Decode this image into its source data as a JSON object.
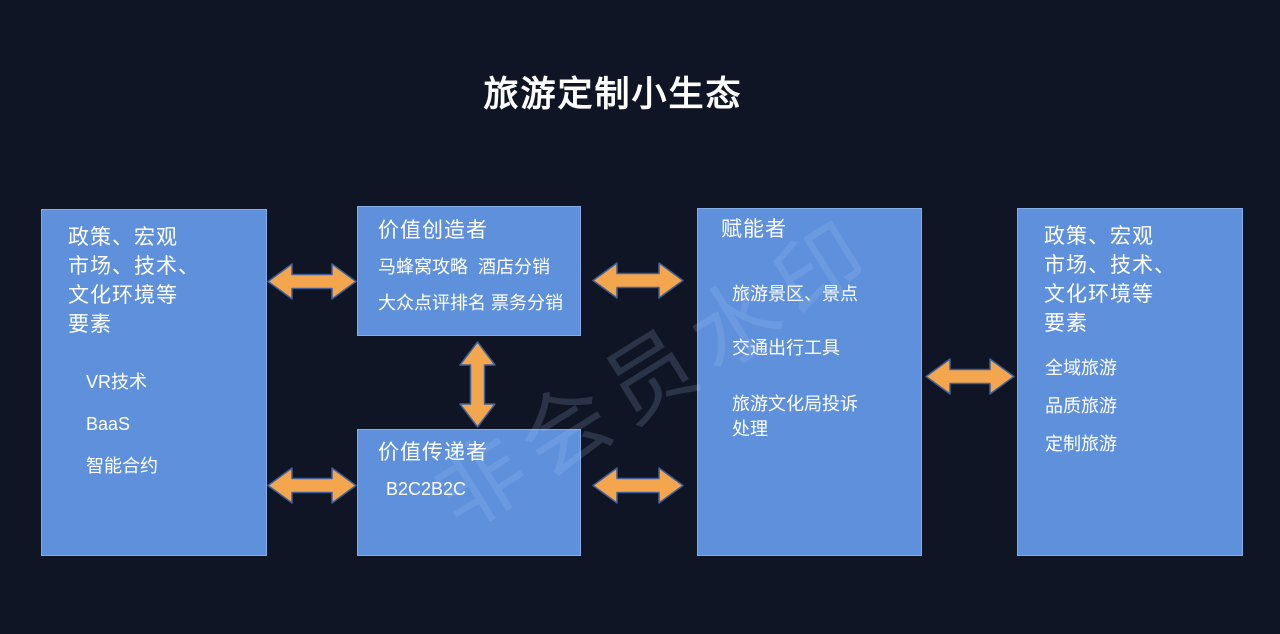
{
  "title": "旅游定制小生态",
  "watermark": "非会员水印",
  "colors": {
    "bg": "#0f1524",
    "box": "#5e90dc",
    "box_border": "#85abe8",
    "arrow": "#f3a64e",
    "arrow_outline": "#3e5f9b",
    "text": "#ffffff"
  },
  "boxes": {
    "env_left": {
      "heading_lines": [
        "政策、宏观",
        "市场、技术、",
        "文化环境等",
        "要素"
      ],
      "items": [
        "VR技术",
        "BaaS",
        "智能合约"
      ]
    },
    "value_creator": {
      "title": "价值创造者",
      "items": [
        "马蜂窝攻略  酒店分销",
        "大众点评排名 票务分销"
      ]
    },
    "value_deliverer": {
      "title": "价值传递者",
      "items": [
        "B2C2B2C"
      ]
    },
    "enabler": {
      "title": "赋能者",
      "items": [
        "旅游景区、景点",
        "交通出行工具",
        "旅游文化局投诉处理"
      ]
    },
    "env_right": {
      "heading_lines": [
        "政策、宏观",
        "市场、技术、",
        "文化环境等",
        "要素"
      ],
      "items": [
        "全域旅游",
        "品质旅游",
        "定制旅游"
      ]
    }
  }
}
